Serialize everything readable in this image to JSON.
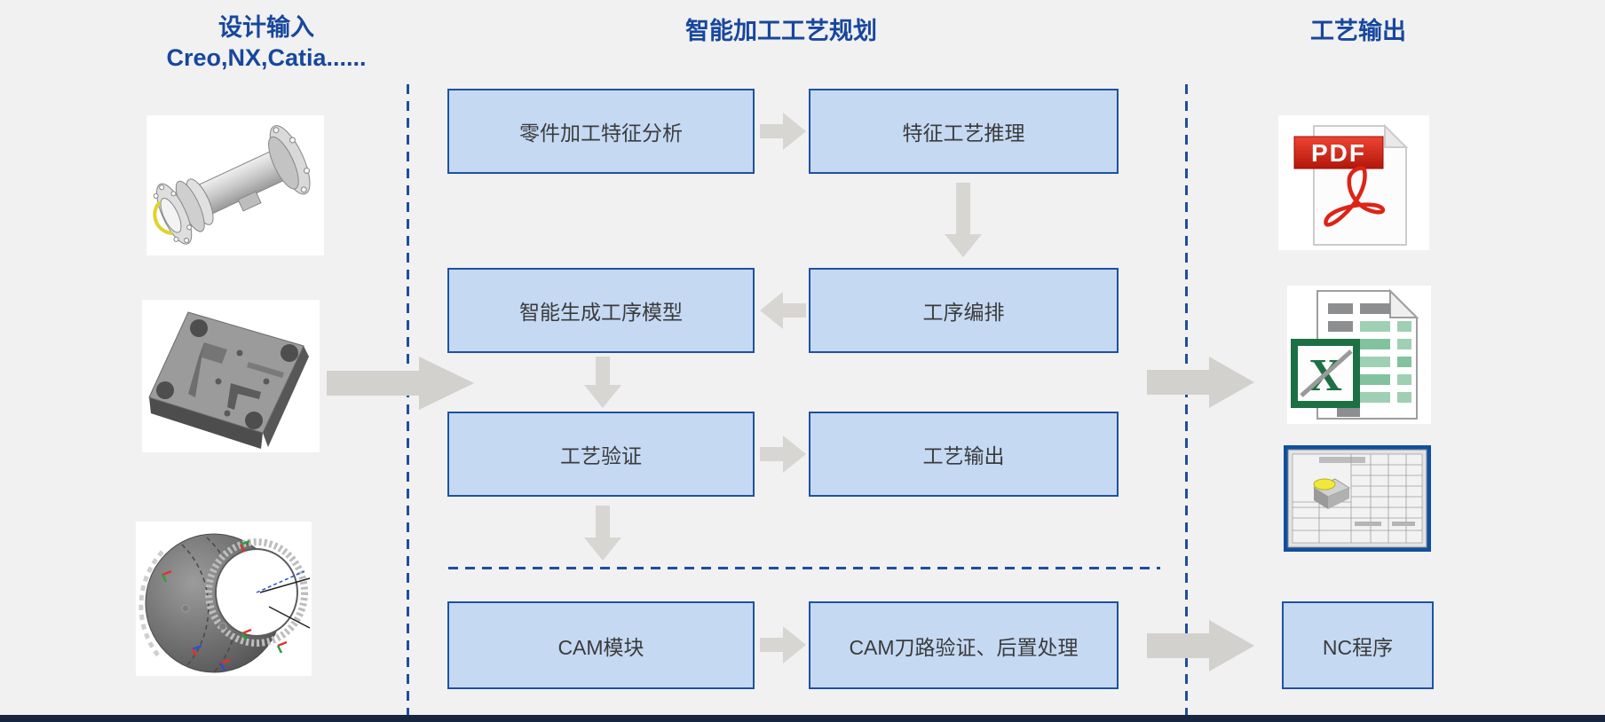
{
  "colors": {
    "accent_blue": "#17479d",
    "box_fill": "#c5d9f3",
    "box_border": "#1f52a0",
    "box_text": "#3b3b3b",
    "arrow_gray": "#d8d6d2",
    "dashed_line_blue": "#1f4e9c",
    "bottom_bar": "#18253f",
    "pdf_red": "#d82012",
    "excel_green": "#1d7044"
  },
  "input_column": {
    "title": "设计输入",
    "subtitle": "Creo,NX,Catia......",
    "images": [
      {
        "name": "flanged-shaft-cad-model"
      },
      {
        "name": "mold-plate-cad-model"
      },
      {
        "name": "engine-casing-cad-model"
      }
    ]
  },
  "process_column": {
    "title": "智能加工工艺规划",
    "nodes": [
      {
        "id": "feature-analysis",
        "label": "零件加工特征分析"
      },
      {
        "id": "feature-process-reasoning",
        "label": "特征工艺推理"
      },
      {
        "id": "operation-model-generation",
        "label": "智能生成工序模型"
      },
      {
        "id": "operation-sequencing",
        "label": "工序编排"
      },
      {
        "id": "process-verification",
        "label": "工艺验证"
      },
      {
        "id": "process-output",
        "label": "工艺输出"
      },
      {
        "id": "cam-module",
        "label": "CAM模块"
      },
      {
        "id": "cam-toolpath-verification-postprocessing",
        "label": "CAM刀路验证、后置处理"
      }
    ]
  },
  "output_column": {
    "title": "工艺输出",
    "pdf_icon_label": "PDF",
    "excel_logo_letter": "X",
    "nc_program_label": "NC程序",
    "items": [
      {
        "name": "pdf-document-icon"
      },
      {
        "name": "excel-document-icon"
      },
      {
        "name": "process-card-preview"
      },
      {
        "name": "nc-program-box"
      }
    ]
  }
}
